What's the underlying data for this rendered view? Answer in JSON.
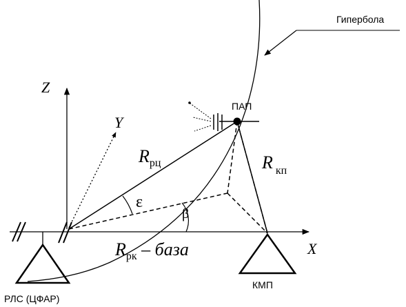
{
  "labels": {
    "hyperbola": "Гипербола",
    "z_axis": "Z",
    "y_axis": "Y",
    "x_axis": "X",
    "pap": "ПАП",
    "r_rc_main": "R",
    "r_rc_sub": "рц",
    "r_kp_main": "R",
    "r_kp_sub": "кп",
    "epsilon": "ε",
    "beta": "β",
    "r_rk_main": "R",
    "r_rk_sub": "рк",
    "baza": " – база",
    "kmp": "КМП",
    "rls": "РЛС (ЦФАР)"
  }
}
